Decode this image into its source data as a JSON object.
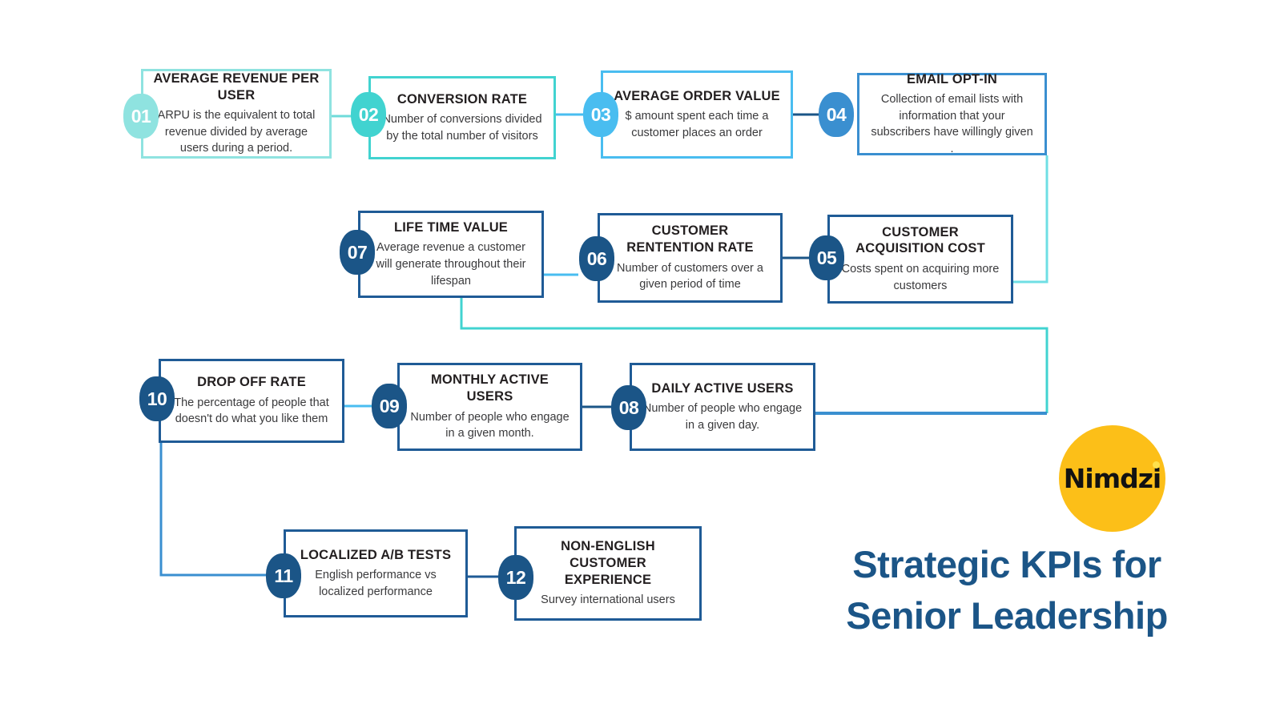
{
  "poster": {
    "headline_line1": "Strategic KPIs for",
    "headline_line2": "Senior Leadership",
    "brand": "Nimdzi"
  },
  "palette": {
    "aqua": "#8fe3e0",
    "teal": "#41d3d0",
    "sky": "#49bdf0",
    "blue": "#3a8fd0",
    "navy": "#1b5587",
    "headline_blue": "#1b5587",
    "brand_yellow": "#fcbf18",
    "title_black": "#231f20",
    "body_gray": "#3a3a3c"
  },
  "kpis": [
    {
      "number": "01",
      "title": "AVERAGE REVENUE PER USER",
      "description": "ARPU is the equivalent to total revenue divided by average users during a period.",
      "accent": "aqua"
    },
    {
      "number": "02",
      "title": "CONVERSION RATE",
      "description": "Number of conversions divided by the total number of visitors",
      "accent": "teal"
    },
    {
      "number": "03",
      "title": "AVERAGE ORDER VALUE",
      "description": "$ amount spent each time a customer places an order",
      "accent": "sky"
    },
    {
      "number": "04",
      "title": "EMAIL OPT-IN",
      "description": "Collection of email lists with information that your subscribers have willingly given .",
      "accent": "blue"
    },
    {
      "number": "05",
      "title": "CUSTOMER ACQUISITION COST",
      "description": "Costs spent on acquiring more customers",
      "accent": "navy"
    },
    {
      "number": "06",
      "title": "CUSTOMER RENTENTION RATE",
      "description": "Number of customers  over a given period of time",
      "accent": "navy"
    },
    {
      "number": "07",
      "title": "LIFE TIME VALUE",
      "description": "Average revenue  a customer will generate throughout their lifespan",
      "accent": "navy"
    },
    {
      "number": "08",
      "title": "DAILY ACTIVE USERS",
      "description": "Number of people who engage in a given day.",
      "accent": "navy"
    },
    {
      "number": "09",
      "title": "MONTHLY ACTIVE USERS",
      "description": "Number of people who engage in a given month.",
      "accent": "navy"
    },
    {
      "number": "10",
      "title": "DROP OFF RATE",
      "description": "The percentage of people that doesn't do what you like them",
      "accent": "navy"
    },
    {
      "number": "11",
      "title": "LOCALIZED A/B TESTS",
      "description": "English performance vs localized performance",
      "accent": "navy"
    },
    {
      "number": "12",
      "title": "NON-ENGLISH CUSTOMER EXPERIENCE",
      "description": "Survey international users",
      "accent": "navy"
    }
  ]
}
